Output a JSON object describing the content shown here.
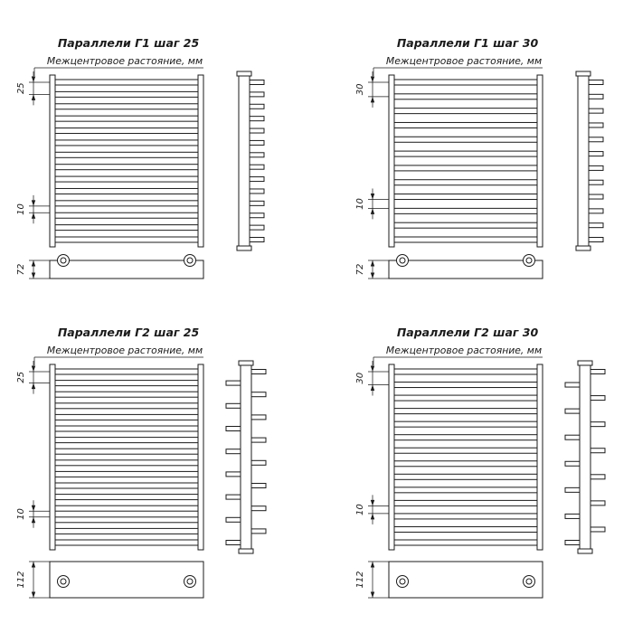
{
  "page": {
    "background": "#ffffff",
    "ink": "#1b1b1b"
  },
  "panels": [
    {
      "id": "g1-step25",
      "title": "Параллели Г1 шаг 25",
      "subtitle": "Межцентровое растояние, мм",
      "pitch_label": "25",
      "gap_label": "10",
      "base_height_label": "72",
      "bars": 14,
      "double_sided": false,
      "tall": false
    },
    {
      "id": "g1-step30",
      "title": "Параллели Г1 шаг 30",
      "subtitle": "Межцентровое растояние, мм",
      "pitch_label": "30",
      "gap_label": "10",
      "base_height_label": "72",
      "bars": 12,
      "double_sided": false,
      "tall": false
    },
    {
      "id": "g2-step25",
      "title": "Параллели Г2 шаг 25",
      "subtitle": "Межцентровое растояние, мм",
      "pitch_label": "25",
      "gap_label": "10",
      "base_height_label": "112",
      "bars": 16,
      "double_sided": true,
      "tall": true
    },
    {
      "id": "g2-step30",
      "title": "Параллели Г2 шаг 30",
      "subtitle": "Межцентровое растояние, мм",
      "pitch_label": "30",
      "gap_label": "10",
      "base_height_label": "112",
      "bars": 14,
      "double_sided": true,
      "tall": true
    }
  ]
}
